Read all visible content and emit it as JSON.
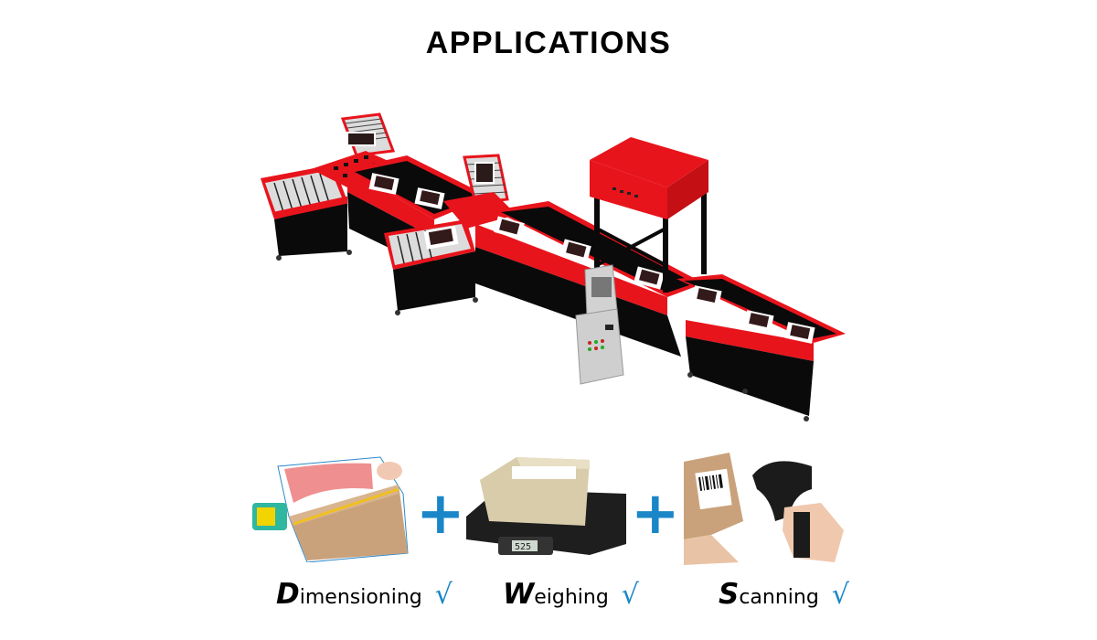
{
  "title": "APPLICATIONS",
  "illustration": {
    "subject": "automated-conveyor-sorting-system",
    "colors": {
      "frame": "#e8141c",
      "belt": "#0a0a0a",
      "kiosk": "#c8c8c8",
      "roller": "#d9d9d9"
    }
  },
  "steps": [
    {
      "initial": "D",
      "rest": "imensioning",
      "check": "√",
      "image": "tape-measure-on-box"
    },
    {
      "initial": "W",
      "rest": "eighing",
      "check": "√",
      "image": "box-on-digital-scale"
    },
    {
      "initial": "S",
      "rest": "canning",
      "check": "√",
      "image": "barcode-scanner-on-box"
    }
  ],
  "scale_display": "525",
  "plus_symbol": "+",
  "accent_color": "#1a86c8"
}
